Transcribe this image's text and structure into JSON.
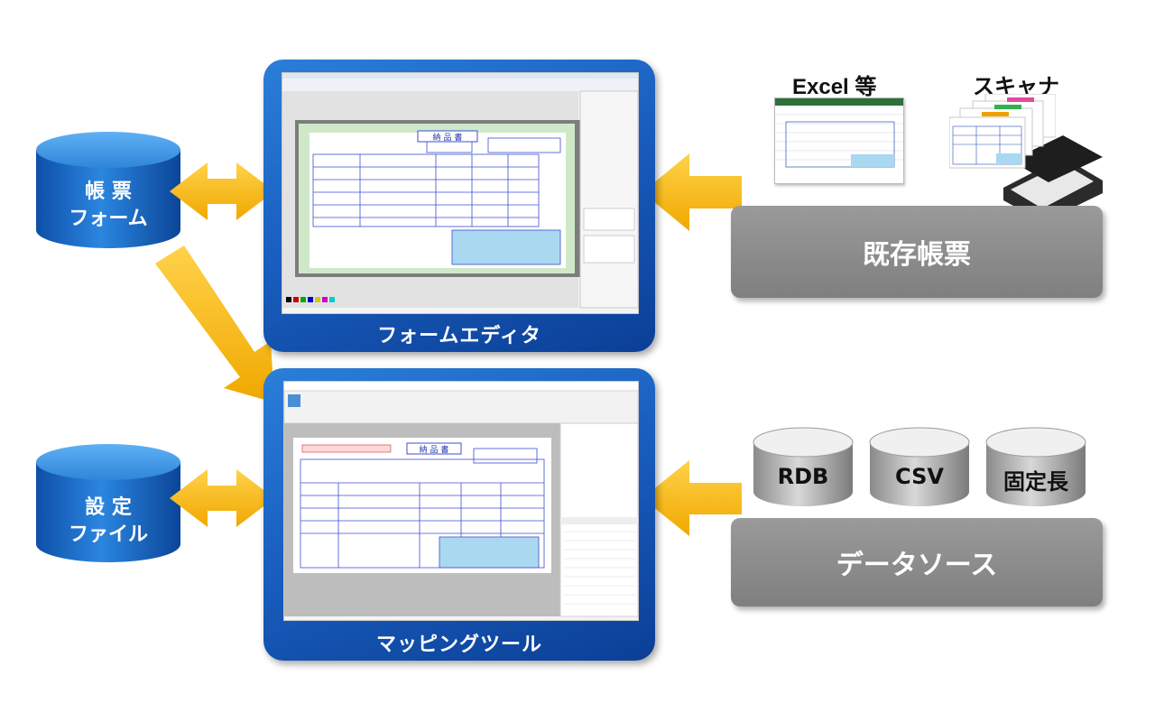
{
  "cylinders_left": {
    "form": {
      "line1": "帳 票",
      "line2": "フォーム"
    },
    "settings": {
      "line1": "設 定",
      "line2": "ファイル"
    }
  },
  "panels": {
    "form_editor": {
      "label": "フォームエディタ"
    },
    "mapping_tool": {
      "label": "マッピングツール"
    }
  },
  "sources": {
    "existing_forms": {
      "label": "既存帳票",
      "excel_label": "Excel 等",
      "scanner_label": "スキャナ"
    },
    "data_sources": {
      "label": "データソース",
      "cylinders": [
        "RDB",
        "CSV",
        "固定長"
      ]
    }
  },
  "form_preview": {
    "title": "納 品 書"
  },
  "colors": {
    "panel": "#1a5fc0",
    "arrow": "#f5b800",
    "cylinder": "#1766c4",
    "gray_box": "#8a8a8a"
  }
}
